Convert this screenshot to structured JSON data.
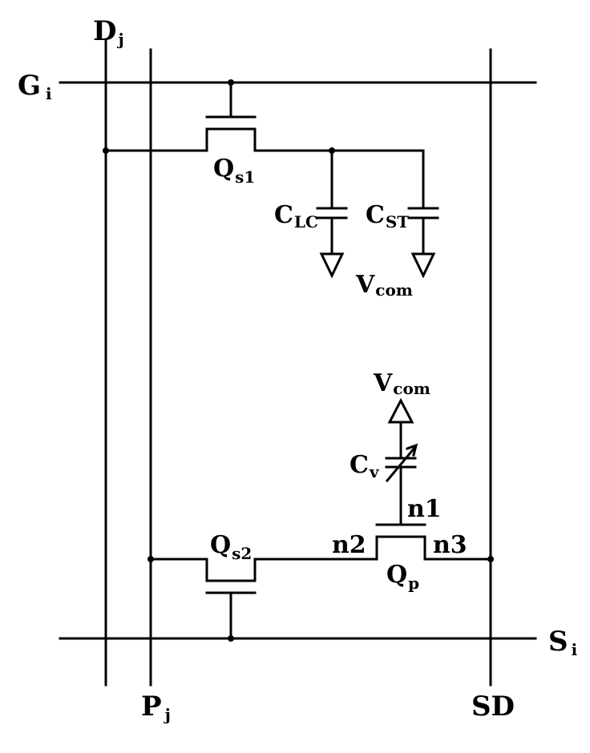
{
  "labels": {
    "data_line": {
      "main": "D",
      "sub": "j"
    },
    "gate_line": {
      "main": "G",
      "sub": "i"
    },
    "power_line": {
      "main": "P",
      "sub": "j"
    },
    "scan_line": {
      "main": "S",
      "sub": "i"
    },
    "sd_line": "SD",
    "transistor_qs1": {
      "main": "Q",
      "sub": "s1"
    },
    "transistor_qs2": {
      "main": "Q",
      "sub": "s2"
    },
    "transistor_qp": {
      "main": "Q",
      "sub": "p"
    },
    "cap_lc": {
      "main": "C",
      "sub": "LC"
    },
    "cap_st": {
      "main": "C",
      "sub": "ST"
    },
    "cap_v": {
      "main": "C",
      "sub": "v"
    },
    "vcom_bottom": {
      "main": "V",
      "sub": "com"
    },
    "vcom_top": {
      "main": "V",
      "sub": "com"
    },
    "node_n1": "n1",
    "node_n2": "n2",
    "node_n3": "n3"
  }
}
